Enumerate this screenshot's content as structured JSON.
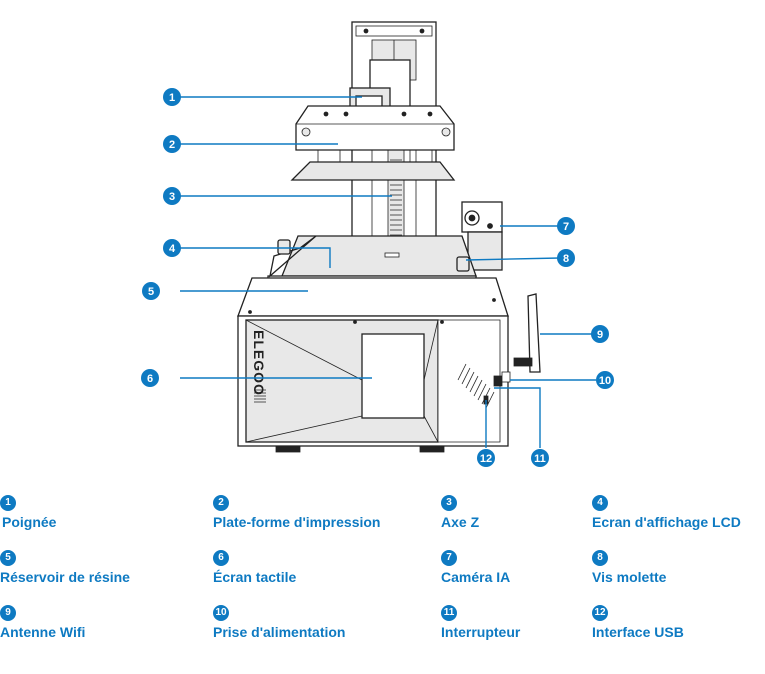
{
  "brand": "ELEGOO",
  "accent_color": "#0e7ac2",
  "callouts": [
    {
      "num": "1",
      "label": "Poignée"
    },
    {
      "num": "2",
      "label": "Plate-forme d'impression"
    },
    {
      "num": "3",
      "label": "Axe Z"
    },
    {
      "num": "4",
      "label": "Ecran d'affichage LCD"
    },
    {
      "num": "5",
      "label": "Réservoir de résine"
    },
    {
      "num": "6",
      "label": "Écran tactile"
    },
    {
      "num": "7",
      "label": "Caméra IA"
    },
    {
      "num": "8",
      "label": "Vis molette"
    },
    {
      "num": "9",
      "label": "Antenne Wifi"
    },
    {
      "num": "10",
      "label": "Prise d'alimentation"
    },
    {
      "num": "11",
      "label": "Interrupteur"
    },
    {
      "num": "12",
      "label": "Interface USB"
    }
  ]
}
